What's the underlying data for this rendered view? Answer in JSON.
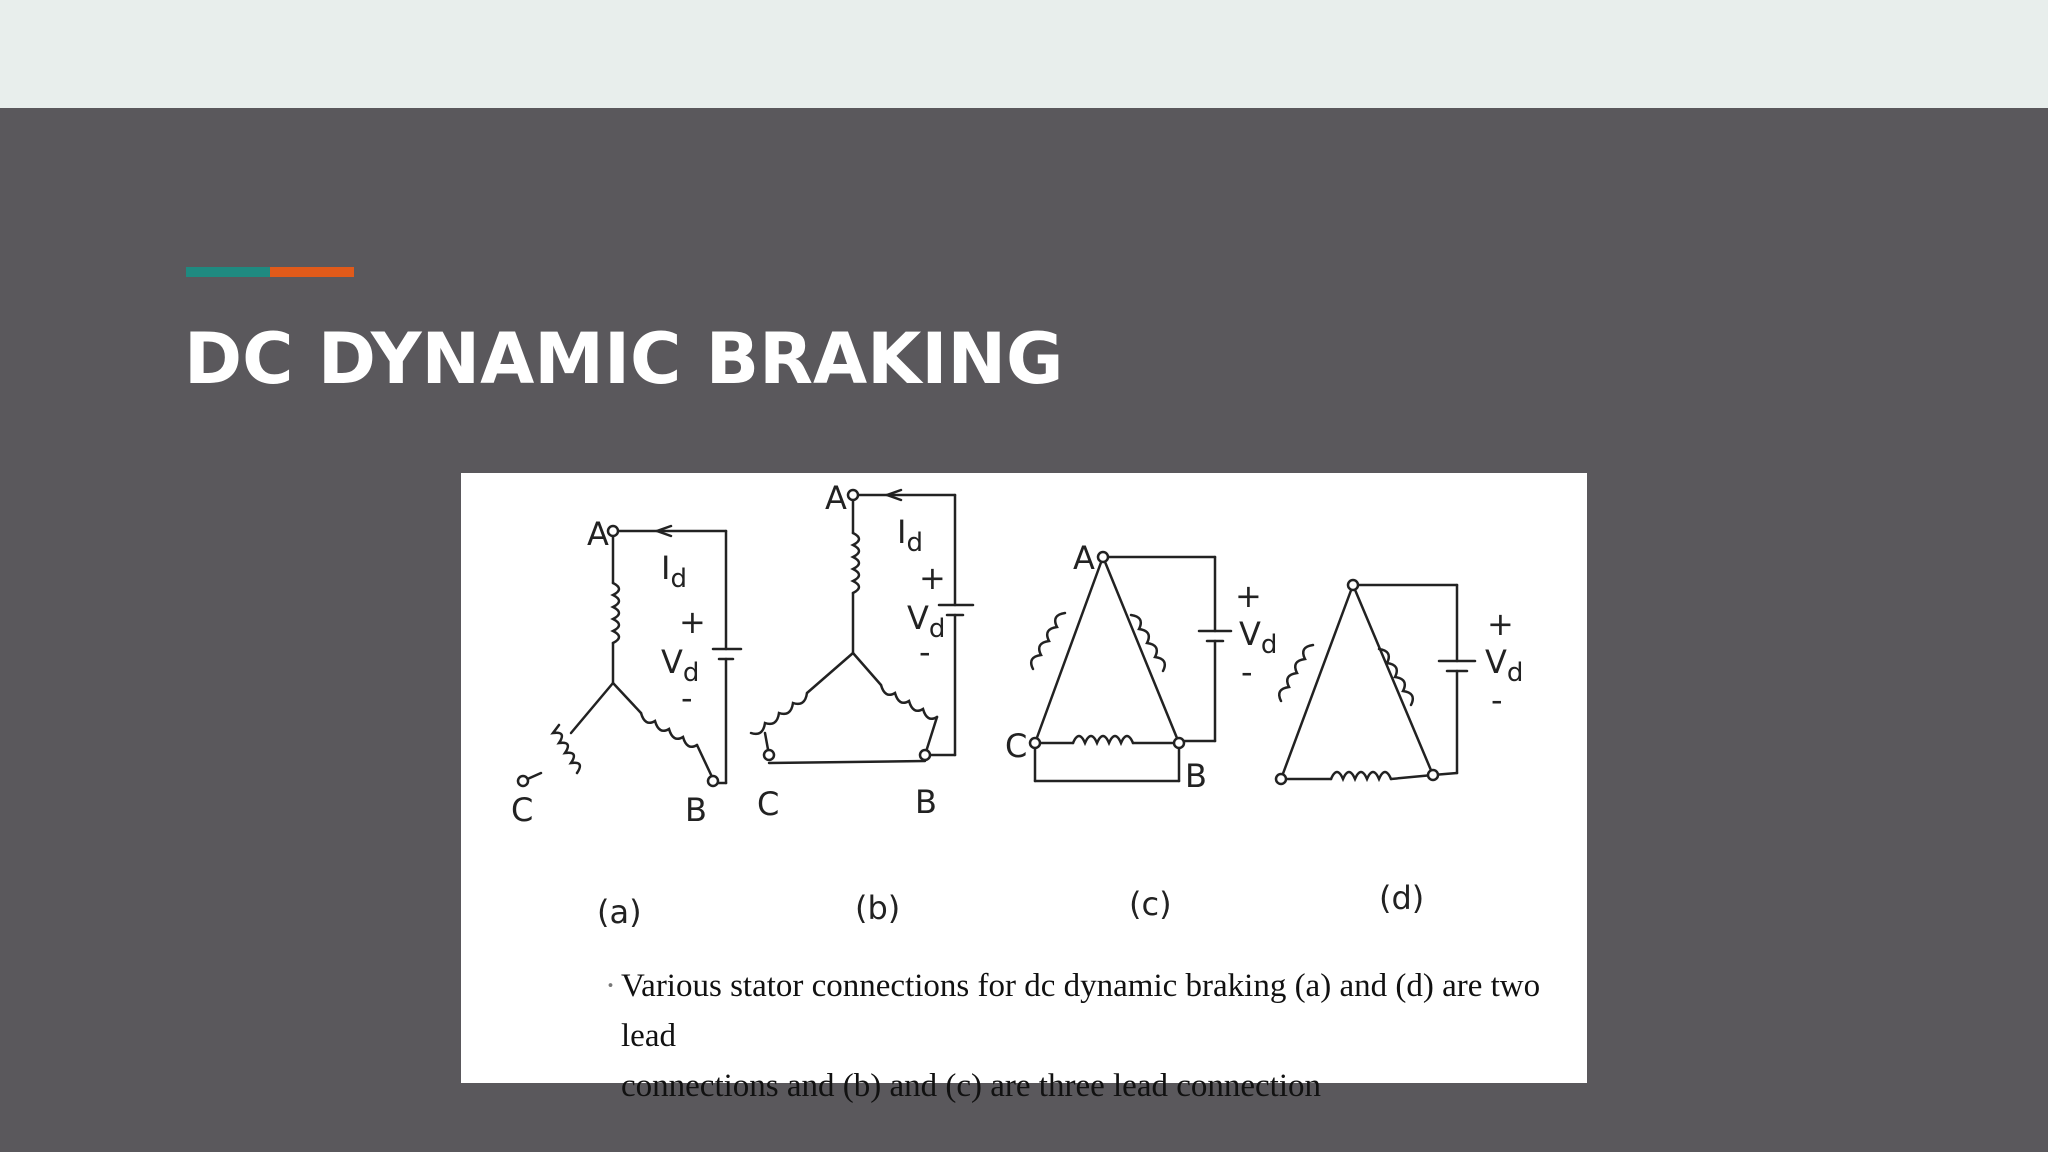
{
  "slide": {
    "title": "DC DYNAMIC BRAKING",
    "accent_colors": [
      "#1f8a80",
      "#e05a1a"
    ],
    "background": "#5a585c",
    "top_band_color": "#e8eeec"
  },
  "figure": {
    "node_labels": {
      "a": [
        "A",
        "B",
        "C"
      ],
      "b": [
        "A",
        "B",
        "C"
      ],
      "c": [
        "A",
        "B",
        "C"
      ]
    },
    "current_label": "I",
    "current_sub": "d",
    "voltage_label": "V",
    "voltage_sub": "d",
    "plus": "+",
    "minus": "-",
    "panel_labels": [
      "(a)",
      "(b)",
      "(c)",
      "(d)"
    ],
    "caption_line1": "Various stator connections for dc dynamic braking (a) and (d) are two lead",
    "caption_line2": "connections and (b) and (c) are three lead connection"
  }
}
